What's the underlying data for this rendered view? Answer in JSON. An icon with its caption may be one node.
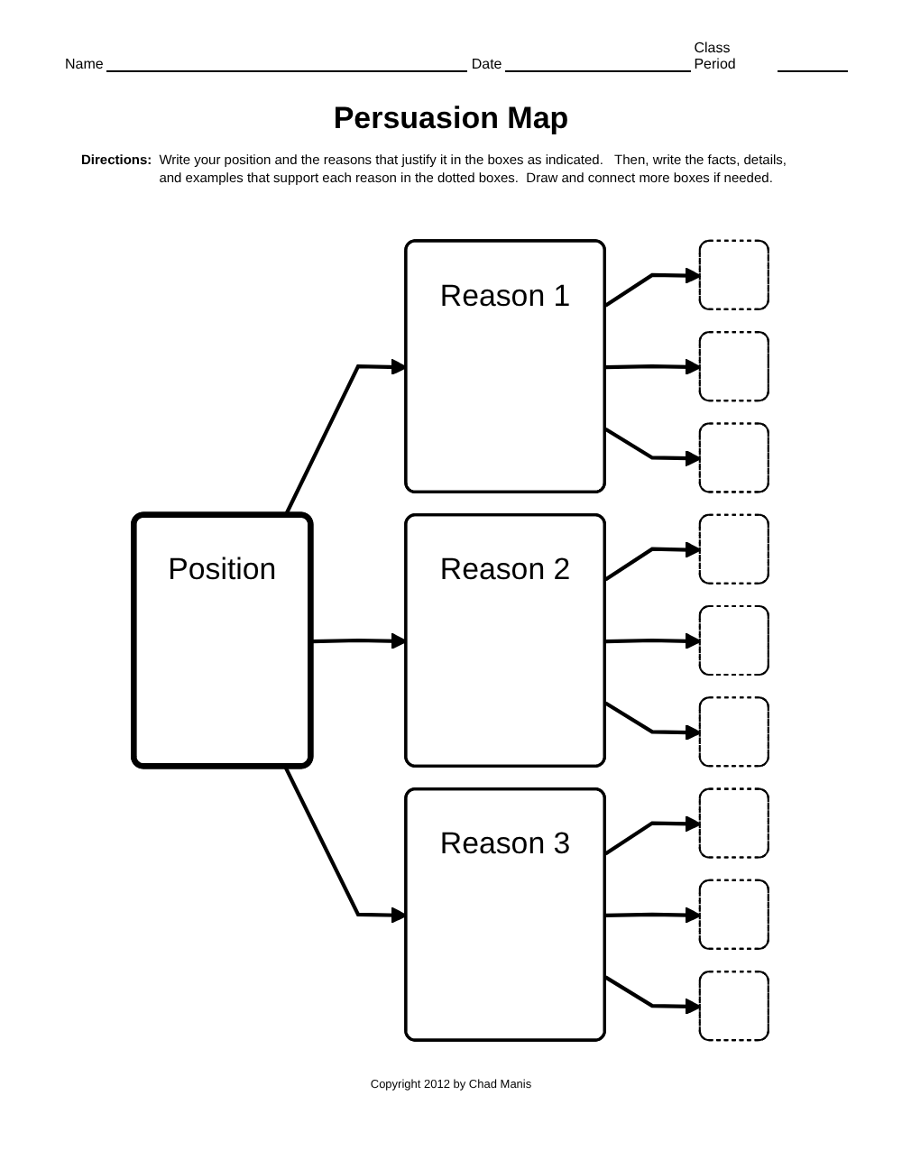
{
  "diagram": {
    "title": "Persuasion Map",
    "nodes": [
      {
        "text": [
          "Position"
        ]
      },
      {
        "text": [
          "Reason 1"
        ]
      },
      {
        "text": [
          "Reason 2"
        ]
      },
      {
        "text": [
          "Reason 3"
        ]
      },
      {
        "text": [],
        "shape": "box"
      },
      {
        "text": [],
        "shape": "box"
      },
      {
        "text": [],
        "shape": "box"
      },
      {
        "text": [],
        "shape": "box"
      },
      {
        "text": [],
        "shape": "box"
      },
      {
        "text": [],
        "shape": "box"
      },
      {
        "text": [],
        "shape": "box"
      },
      {
        "text": [],
        "shape": "box"
      },
      {
        "text": [],
        "shape": "box"
      }
    ],
    "edges": [
      {
        "from": 0,
        "to": 1,
        "arrow": "to"
      },
      {
        "from": 0,
        "to": 2,
        "arrow": "to"
      },
      {
        "from": 0,
        "to": 3,
        "arrow": "to"
      },
      {
        "from": 1,
        "to": 4,
        "arrow": "to"
      },
      {
        "from": 1,
        "to": 5,
        "arrow": "to"
      },
      {
        "from": 1,
        "to": 6,
        "arrow": "to"
      },
      {
        "from": 2,
        "to": 7,
        "arrow": "to"
      },
      {
        "from": 2,
        "to": 8,
        "arrow": "to"
      },
      {
        "from": 2,
        "to": 9,
        "arrow": "to"
      },
      {
        "from": 3,
        "to": 10,
        "arrow": "to"
      },
      {
        "from": 3,
        "to": 11,
        "arrow": "to"
      },
      {
        "from": 3,
        "to": 12,
        "arrow": "to"
      }
    ],
    "labels": [
      "Name",
      "Date",
      "Class Period",
      "Directions:",
      "Write your position and the reasons that justify it in the boxes as indicated.   Then, write the facts, details, and examples that support each reason in the dotted boxes.  Draw and connect more boxes if needed.",
      "Copyright 2012 by Chad Manis"
    ]
  }
}
